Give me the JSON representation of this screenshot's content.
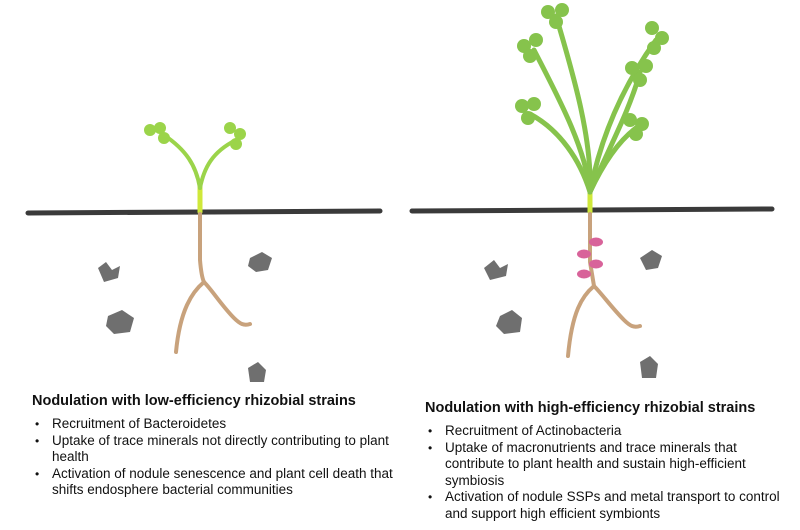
{
  "colors": {
    "soil_line": "#3a3a3a",
    "stem_green": "#cfe83a",
    "leaf_green_low": "#9bd44a",
    "leaf_green_high": "#86c34c",
    "root": "#c8a27c",
    "rock": "#6f6f6f",
    "nodule": "#d8639a"
  },
  "icons": [
    "seedling-low-efficiency",
    "plant-high-efficiency",
    "root-nodule",
    "soil-rock"
  ],
  "panels": {
    "low": {
      "title": "Nodulation with low-efficiency rhizobial strains",
      "bullets": [
        "Recruitment of Bacteroidetes",
        "Uptake of trace minerals not directly contributing to plant health",
        "Activation of nodule senescence and plant cell death that shifts endosphere bacterial communities"
      ]
    },
    "high": {
      "title": "Nodulation with high-efficiency rhizobial strains",
      "bullets": [
        "Recruitment of Actinobacteria",
        "Uptake of macronutrients and trace minerals that contribute to plant health and sustain high-efficient symbiosis",
        "Activation of nodule SSPs and metal transport to control and support high efficient symbionts"
      ]
    }
  }
}
